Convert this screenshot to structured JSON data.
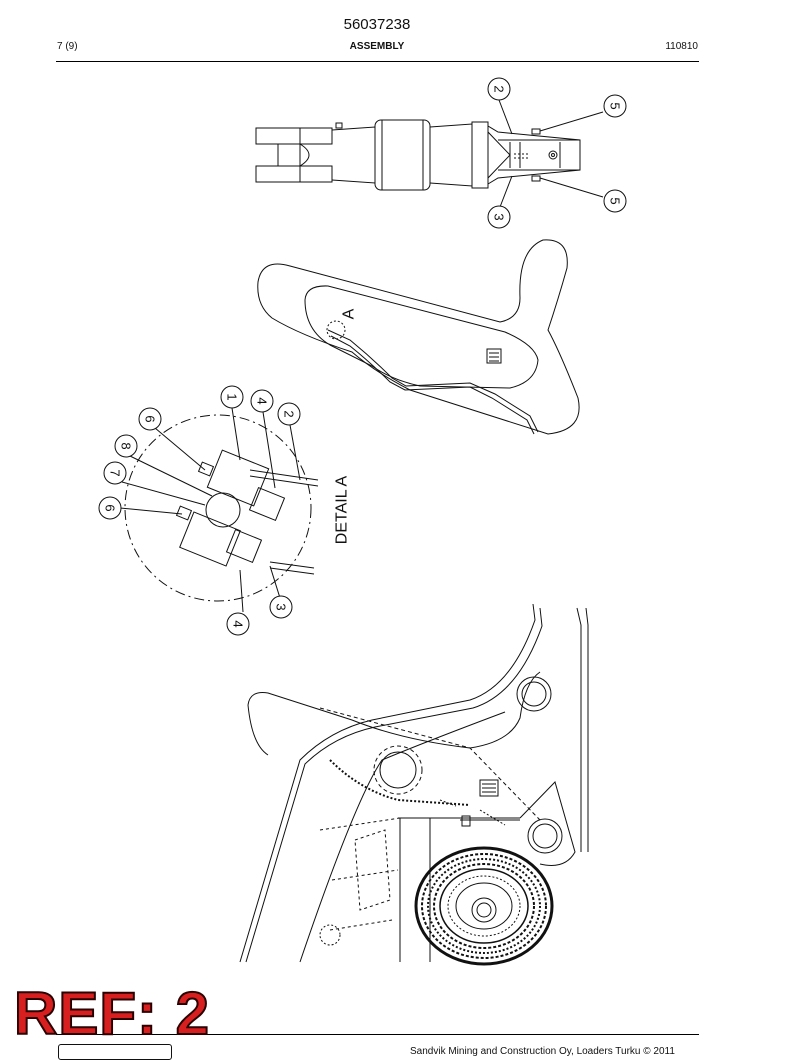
{
  "header": {
    "doc_number": "56037238",
    "page": "7 (9)",
    "section": "ASSEMBLY",
    "date": "110810"
  },
  "drawing": {
    "top_view_callouts": [
      "2",
      "5",
      "5",
      "3"
    ],
    "view_marker": "A",
    "detail_label": "DETAIL  A",
    "detail_callouts": [
      "1",
      "4",
      "2",
      "6",
      "8",
      "7",
      "6",
      "4",
      "3"
    ]
  },
  "footer": {
    "copyright": "Sandvik Mining and Construction Oy, Loaders Turku © 2011",
    "stamp": "REF: 2"
  }
}
